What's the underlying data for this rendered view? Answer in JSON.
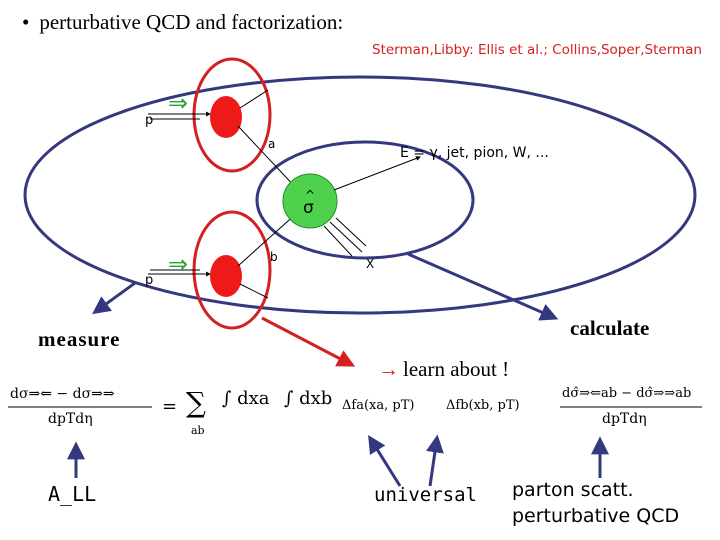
{
  "header": {
    "bullet": "•",
    "title": "perturbative QCD and factorization:",
    "references": "Sterman,Libby: Ellis et al.; Collins,Soper,Sterman"
  },
  "diagram": {
    "proton_label": "p",
    "parton_a": "a",
    "parton_b": "b",
    "sigma_hat": "σ",
    "hat": "^",
    "final_state": "E = γ,   jet, pion, W, ...",
    "remnant": "X",
    "implies_symbol": "⇒"
  },
  "labels": {
    "measure": "measure",
    "calculate": "calculate",
    "learn_arrow": "→",
    "learn_about": "learn about !"
  },
  "formula": {
    "lhs_num": "dσ⇒⇐ − dσ⇒⇒",
    "lhs_den": "dpTdη",
    "equals": "=",
    "sum": "∑",
    "sum_index": "ab",
    "integral_a": "∫ dxa",
    "integral_b": "∫ dxb",
    "pdf_a": "Δfa(xa, pT)",
    "pdf_b": "Δfb(xb, pT)",
    "rhs_num": "dσ̂⇒⇐ab − dσ̂⇒⇒ab",
    "rhs_den": "dpTdη"
  },
  "bottom": {
    "all": "A_LL",
    "universal": "universal",
    "parton_line1": "parton scatt.",
    "parton_line2": "perturbative QCD"
  },
  "colors": {
    "ellipse": "#34387e",
    "red": "#d42020",
    "green_blob": "#4ed24e",
    "implies": "#29a329",
    "arrow_blue": "#34387e"
  }
}
